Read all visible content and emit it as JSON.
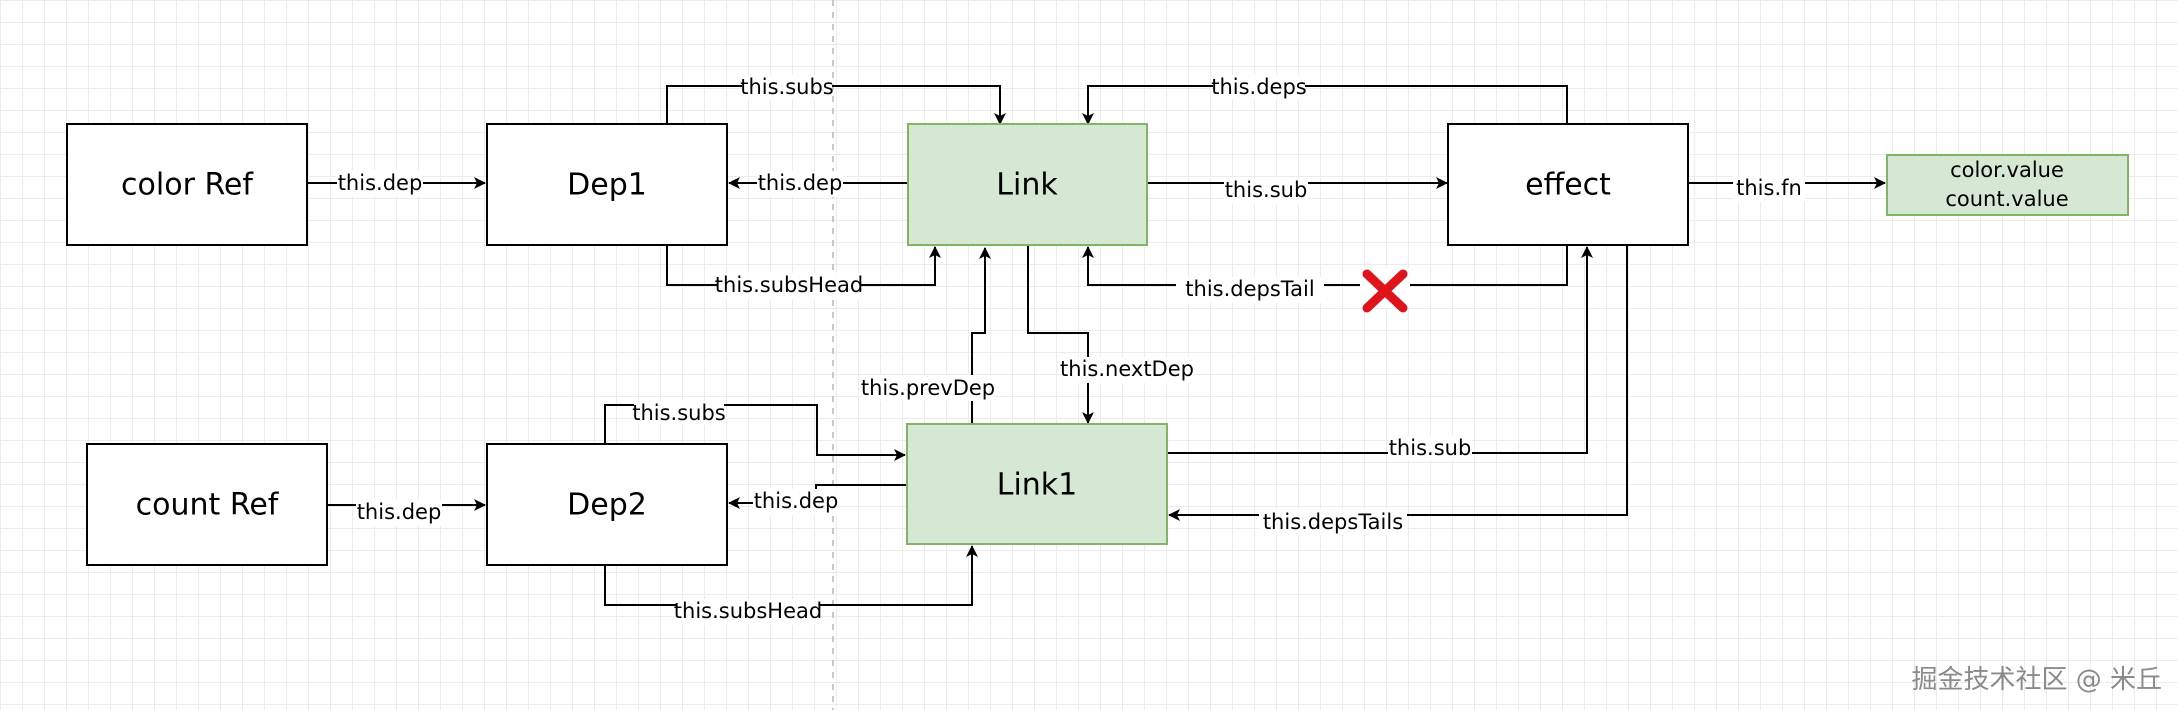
{
  "nodes": {
    "color_ref": "color Ref",
    "dep1": "Dep1",
    "link": "Link",
    "effect": "effect",
    "fn_line1": "color.value",
    "fn_line2": "count.value",
    "count_ref": "count Ref",
    "dep2": "Dep2",
    "link1": "Link1"
  },
  "edges": {
    "color_dep": "this.dep",
    "dep1_subs": "this.subs",
    "link_dep": "this.dep",
    "dep1_subshead": "this.subsHead",
    "link_sub": "this.sub",
    "effect_deps": "this.deps",
    "effect_depstail": "this.depsTail",
    "effect_fn": "this.fn",
    "link_nextdep": "this.nextDep",
    "link1_prevdep": "this.prevDep",
    "count_dep": "this.dep",
    "dep2_subs": "this.subs",
    "link1_dep": "this.dep",
    "dep2_subshead": "this.subsHead",
    "link1_sub": "this.sub",
    "effect_depstails": "this.depsTails"
  },
  "watermark": "掘金技术社区 @ 米丘",
  "colors": {
    "green_fill": "#d5e8d4",
    "green_stroke": "#82b366",
    "cross": "#e0121a"
  },
  "icons": {
    "removed_marker": "red-x-icon"
  }
}
